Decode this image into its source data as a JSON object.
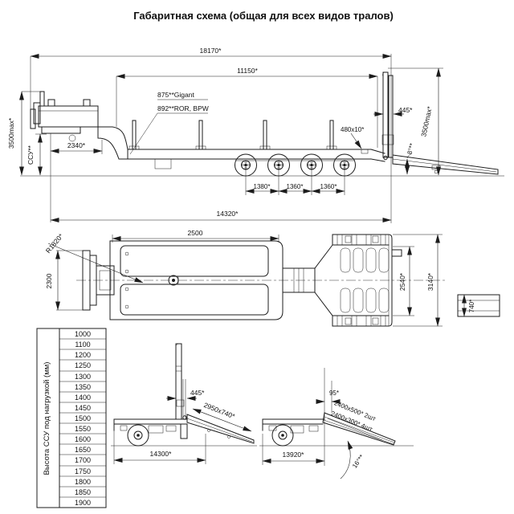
{
  "title": "Габаритная схема (общая для всех видов тралов)",
  "side_view": {
    "length_overall": "18170*",
    "length_platform": "11150*",
    "height_max_left": "3500max*",
    "ssu_height": "ССУ**",
    "gooseneck_length": "2340*",
    "deck_height_gigant": "875**Gigant",
    "deck_height_ror_bpw": "892**ROR, BPW",
    "stake_pocket_size": "480x10*",
    "ramp_pack_thickness": "445*",
    "height_max_right": "3500max*",
    "ramp_angle": "8°**",
    "axle_spacing_1_2": "1380*",
    "axle_spacing_2_3": "1360*",
    "axle_spacing_3_4": "1360*",
    "kingpin_to_rear": "14320*"
  },
  "plan_view": {
    "swing_radius": "R1820*",
    "gooseneck_length": "2500",
    "front_width": "2300",
    "deck_width": "2540*",
    "overall_width": "3140*",
    "ramp_width": "740*"
  },
  "ssu_table": {
    "header": "Высота ССУ под нагрузкой (мм)",
    "values": [
      "1000",
      "1100",
      "1200",
      "1250",
      "1300",
      "1350",
      "1400",
      "1450",
      "1500",
      "1550",
      "1600",
      "1650",
      "1700",
      "1750",
      "1800",
      "1850",
      "1900"
    ]
  },
  "ramp_long_view": {
    "pack_thickness": "445*",
    "ramp_size": "2950x740*",
    "overall_length": "14300*"
  },
  "ramp_steep_view": {
    "tip_offset": "95*",
    "ramp_size_1": "2400x500* 2шт",
    "ramp_size_2": "2400x300* 4шт",
    "overall_length": "13920*",
    "ramp_angle": "16°**"
  }
}
